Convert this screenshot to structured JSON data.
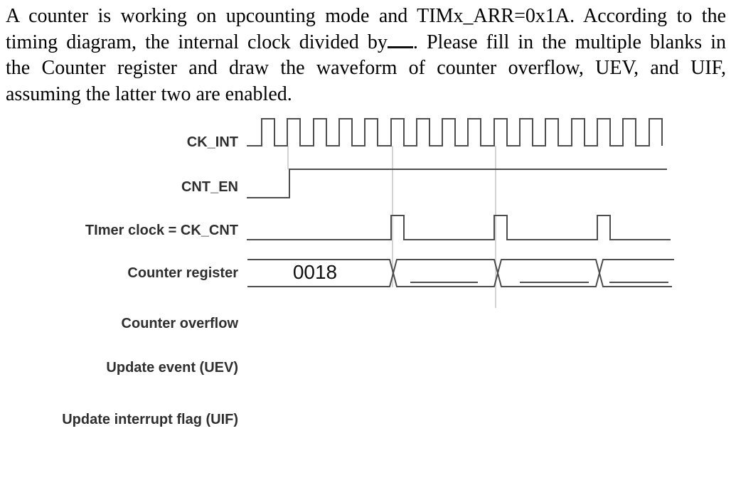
{
  "question": {
    "line1": "A counter is working on upcounting mode and TIMx_ARR=0x1A. According to the",
    "line2_before_blank": "timing diagram, the internal clock divided by",
    "line2_after_blank": ". Please fill in the multiple blanks in",
    "line3": "the Counter register and draw the waveform of counter overflow, UEV, and UIF,",
    "line4": "assuming the latter two are enabled."
  },
  "diagram": {
    "signals": [
      {
        "label": "CK_INT"
      },
      {
        "label": "CNT_EN"
      },
      {
        "label": "TImer clock = CK_CNT"
      },
      {
        "label": "Counter register"
      },
      {
        "label": "Counter overflow"
      },
      {
        "label": "Update event (UEV)"
      },
      {
        "label": "Update interrupt flag (UIF)"
      }
    ],
    "counter_register": {
      "known_value": "0018",
      "blank_segment_count": 3
    },
    "colors": {
      "waveform": "#4d4d4d",
      "guide_line": "#c5c5c5"
    }
  }
}
